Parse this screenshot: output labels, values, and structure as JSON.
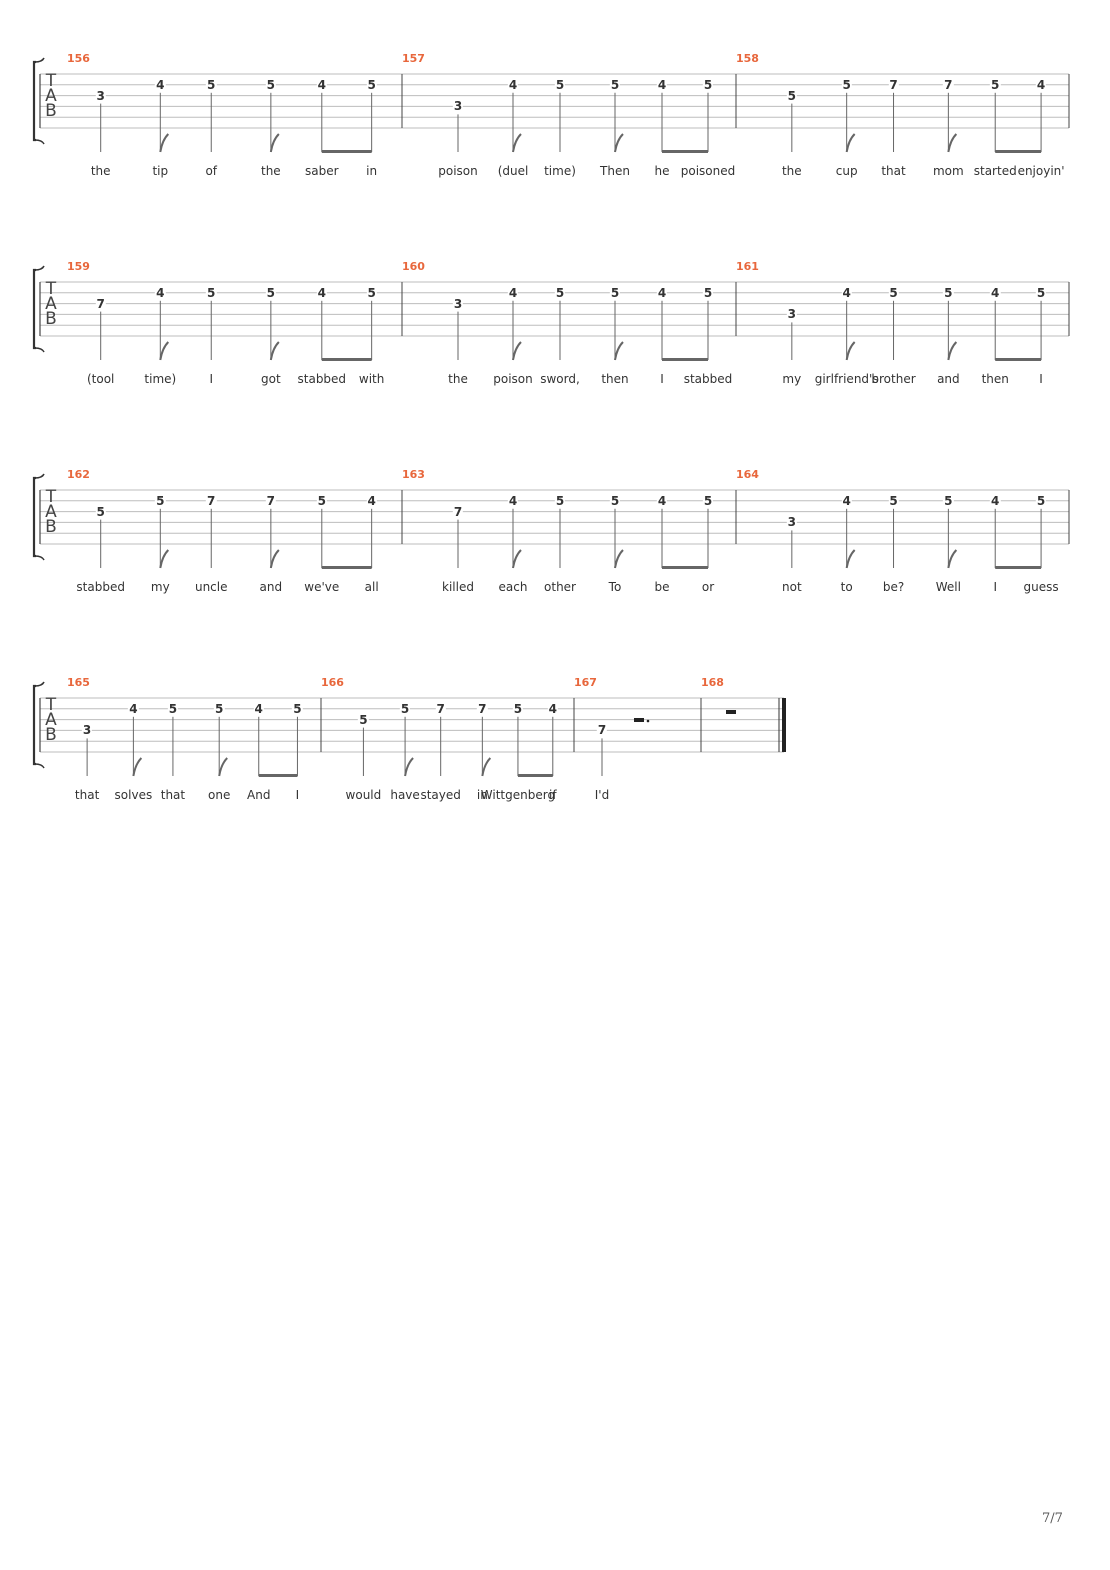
{
  "clef": [
    "T",
    "A",
    "B"
  ],
  "page_number": "7/7",
  "systems": [
    {
      "bars": [
        {
          "number": "156",
          "notes": [
            {
              "fret": "3",
              "string": 3,
              "lyric": "the",
              "dur": "q"
            },
            {
              "fret": "4",
              "string": 2,
              "lyric": "tip",
              "dur": "8"
            },
            {
              "fret": "5",
              "string": 2,
              "lyric": "of",
              "dur": "q"
            },
            {
              "fret": "5",
              "string": 2,
              "lyric": "the",
              "dur": "8"
            },
            {
              "fret": "4",
              "string": 2,
              "lyric": "saber",
              "dur": "b"
            },
            {
              "fret": "5",
              "string": 2,
              "lyric": "in",
              "dur": "b"
            }
          ]
        },
        {
          "number": "157",
          "notes": [
            {
              "fret": "3",
              "string": 4,
              "lyric": "poison",
              "dur": "q"
            },
            {
              "fret": "4",
              "string": 2,
              "lyric": "(duel",
              "dur": "8"
            },
            {
              "fret": "5",
              "string": 2,
              "lyric": "time)",
              "dur": "q"
            },
            {
              "fret": "5",
              "string": 2,
              "lyric": "Then",
              "dur": "8"
            },
            {
              "fret": "4",
              "string": 2,
              "lyric": "he",
              "dur": "b"
            },
            {
              "fret": "5",
              "string": 2,
              "lyric": "poisoned",
              "dur": "b"
            }
          ]
        },
        {
          "number": "158",
          "notes": [
            {
              "fret": "5",
              "string": 3,
              "lyric": "the",
              "dur": "q"
            },
            {
              "fret": "5",
              "string": 2,
              "lyric": "cup",
              "dur": "8"
            },
            {
              "fret": "7",
              "string": 2,
              "lyric": "that",
              "dur": "q"
            },
            {
              "fret": "7",
              "string": 2,
              "lyric": "mom",
              "dur": "8"
            },
            {
              "fret": "5",
              "string": 2,
              "lyric": "started",
              "dur": "b"
            },
            {
              "fret": "4",
              "string": 2,
              "lyric": "enjoyin'",
              "dur": "b"
            }
          ]
        }
      ]
    },
    {
      "bars": [
        {
          "number": "159",
          "notes": [
            {
              "fret": "7",
              "string": 3,
              "lyric": "(tool",
              "dur": "q"
            },
            {
              "fret": "4",
              "string": 2,
              "lyric": "time)",
              "dur": "8"
            },
            {
              "fret": "5",
              "string": 2,
              "lyric": "I",
              "dur": "q"
            },
            {
              "fret": "5",
              "string": 2,
              "lyric": "got",
              "dur": "8"
            },
            {
              "fret": "4",
              "string": 2,
              "lyric": "stabbed",
              "dur": "b"
            },
            {
              "fret": "5",
              "string": 2,
              "lyric": "with",
              "dur": "b"
            }
          ]
        },
        {
          "number": "160",
          "notes": [
            {
              "fret": "3",
              "string": 3,
              "lyric": "the",
              "dur": "q"
            },
            {
              "fret": "4",
              "string": 2,
              "lyric": "poison",
              "dur": "8"
            },
            {
              "fret": "5",
              "string": 2,
              "lyric": "sword,",
              "dur": "q"
            },
            {
              "fret": "5",
              "string": 2,
              "lyric": "then",
              "dur": "8"
            },
            {
              "fret": "4",
              "string": 2,
              "lyric": "I",
              "dur": "b"
            },
            {
              "fret": "5",
              "string": 2,
              "lyric": "stabbed",
              "dur": "b"
            }
          ]
        },
        {
          "number": "161",
          "notes": [
            {
              "fret": "3",
              "string": 4,
              "lyric": "my",
              "dur": "q"
            },
            {
              "fret": "4",
              "string": 2,
              "lyric": "girlfriend's",
              "dur": "8"
            },
            {
              "fret": "5",
              "string": 2,
              "lyric": "brother",
              "dur": "q"
            },
            {
              "fret": "5",
              "string": 2,
              "lyric": "and",
              "dur": "8"
            },
            {
              "fret": "4",
              "string": 2,
              "lyric": "then",
              "dur": "b"
            },
            {
              "fret": "5",
              "string": 2,
              "lyric": "I",
              "dur": "b"
            }
          ]
        }
      ]
    },
    {
      "bars": [
        {
          "number": "162",
          "notes": [
            {
              "fret": "5",
              "string": 3,
              "lyric": "stabbed",
              "dur": "q"
            },
            {
              "fret": "5",
              "string": 2,
              "lyric": "my",
              "dur": "8"
            },
            {
              "fret": "7",
              "string": 2,
              "lyric": "uncle",
              "dur": "q"
            },
            {
              "fret": "7",
              "string": 2,
              "lyric": "and",
              "dur": "8"
            },
            {
              "fret": "5",
              "string": 2,
              "lyric": "we've",
              "dur": "b"
            },
            {
              "fret": "4",
              "string": 2,
              "lyric": "all",
              "dur": "b"
            }
          ]
        },
        {
          "number": "163",
          "notes": [
            {
              "fret": "7",
              "string": 3,
              "lyric": "killed",
              "dur": "q"
            },
            {
              "fret": "4",
              "string": 2,
              "lyric": "each",
              "dur": "8"
            },
            {
              "fret": "5",
              "string": 2,
              "lyric": "other",
              "dur": "q"
            },
            {
              "fret": "5",
              "string": 2,
              "lyric": "To",
              "dur": "8"
            },
            {
              "fret": "4",
              "string": 2,
              "lyric": "be",
              "dur": "b"
            },
            {
              "fret": "5",
              "string": 2,
              "lyric": "or",
              "dur": "b"
            }
          ]
        },
        {
          "number": "164",
          "notes": [
            {
              "fret": "3",
              "string": 4,
              "lyric": "not",
              "dur": "q"
            },
            {
              "fret": "4",
              "string": 2,
              "lyric": "to",
              "dur": "8"
            },
            {
              "fret": "5",
              "string": 2,
              "lyric": "be?",
              "dur": "q"
            },
            {
              "fret": "5",
              "string": 2,
              "lyric": "Well",
              "dur": "8"
            },
            {
              "fret": "4",
              "string": 2,
              "lyric": "I",
              "dur": "b"
            },
            {
              "fret": "5",
              "string": 2,
              "lyric": "guess",
              "dur": "b"
            }
          ]
        }
      ]
    },
    {
      "bars": [
        {
          "number": "165",
          "notes": [
            {
              "fret": "3",
              "string": 4,
              "lyric": "that",
              "dur": "q"
            },
            {
              "fret": "4",
              "string": 2,
              "lyric": "solves",
              "dur": "8"
            },
            {
              "fret": "5",
              "string": 2,
              "lyric": "that",
              "dur": "q"
            },
            {
              "fret": "5",
              "string": 2,
              "lyric": "one",
              "dur": "8"
            },
            {
              "fret": "4",
              "string": 2,
              "lyric": "And",
              "dur": "b"
            },
            {
              "fret": "5",
              "string": 2,
              "lyric": "I",
              "dur": "b"
            }
          ]
        },
        {
          "number": "166",
          "notes": [
            {
              "fret": "5",
              "string": 3,
              "lyric": "would",
              "dur": "q"
            },
            {
              "fret": "5",
              "string": 2,
              "lyric": "have",
              "dur": "8"
            },
            {
              "fret": "7",
              "string": 2,
              "lyric": "stayed",
              "dur": "q"
            },
            {
              "fret": "7",
              "string": 2,
              "lyric": "in",
              "dur": "8"
            },
            {
              "fret": "5",
              "string": 2,
              "lyric": "Wittgenberg",
              "dur": "b"
            },
            {
              "fret": "4",
              "string": 2,
              "lyric": "if",
              "dur": "b"
            }
          ]
        },
        {
          "number": "167",
          "notes": [
            {
              "fret": "7",
              "string": 4,
              "lyric": "I'd",
              "dur": "q"
            }
          ],
          "rest": "dotted-half"
        },
        {
          "number": "168",
          "notes": [],
          "rest": "whole"
        }
      ]
    }
  ]
}
